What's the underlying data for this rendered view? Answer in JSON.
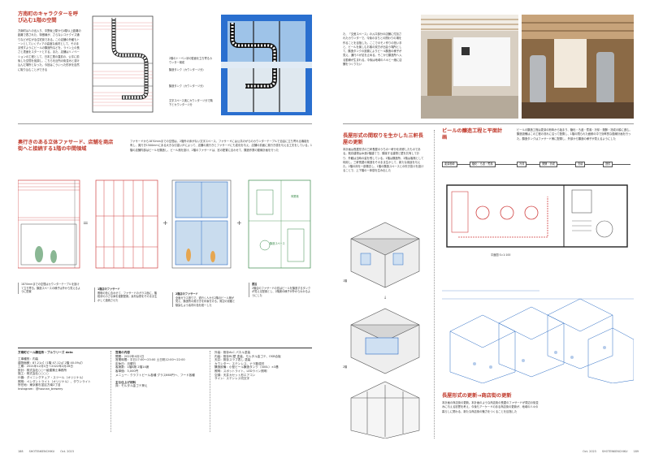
{
  "left": {
    "section1": {
      "title": "方南町のキャラクターを呼び込む1階の空間",
      "body": "方南町は人の出入り、中野坂上駅から0駅以上距離の距離で表された、特徴線が、さらないコナクイズ通りなどが広がる住宅街である。この店舗の外観もトーンとしていくディアの高度な素材として、そのまま残すようにビールの醸造所などを、ライン上の長さと表面をスタートとする。また、店舗はリノベーションの工程として、日本工業の直前の、公平に前後した空間を強調し、こちらを近所の街並みと溶け込んだ場所となった。今回はこういった形状を自然に取り込むことができる",
      "diagram_captions": [
        "2階のトーベン状の壁面を立ち寄るカウンター構成",
        "醸造タンク（カウンタージ分）",
        "醸造タンク（カウンタージ分）",
        "文字スペース奥にカウンタージ分で階下とカウンタージ分"
      ]
    },
    "section2": {
      "title": "奥行きのある立体ファサード、店舗を商店街へと接続する1階の中間領域",
      "body": "ファサードから1870mmまでの空間は、2階外の床がない文字スペース。ファサードには公共のがらのカウンターテーブルで自由に立ち寄れる機能を有し、奥行き1500mmにある大きな引違い戸によって、店舗の奥行きとファサードにも変化を与え、店舗の前面に奥行き感を与える工夫をしている。1階の店舗内部はビールを醸造し、ビール席を設け、2階のファサードは、窓の配置に合わせて、醸造作業の動線計画を行った"
    },
    "equation": {
      "eq": "=",
      "plus1": "+",
      "plus2": "+"
    },
    "drawing_labels": [
      "商業席",
      "醸造スペース"
    ],
    "captions": [
      {
        "title": "1870mmまでの空間はカウンターテーブルを設けて立ち寄る。醸造スペースの様子は外から見えるように配置",
        "text": ""
      },
      {
        "title": "1階店のファサード",
        "text": "照明の色に合わせて、ファサードのガラス面に、階段状の小さな扉を複数配置。素材は鉄をそのまま生かして連続させた"
      },
      {
        "title": "2階店のファサード",
        "text": "全面ガラス張りで、道行く人から2階のビール席が見え、醸造所の奥行きを印象付ける。周辺の景観と馴染むよう素材の色を統一した"
      },
      {
        "title": "要旨",
        "text": "2階店のファサードの窓はビールを醸造するタンクが見える配置とし、2階席の様子が外からわかるようにした"
      }
    ],
    "data_block": {
      "heading": "方南町ビール醸造所・ブルワリーズ data",
      "col1": [
        "工事種別：内装",
        "建物面積：87.21㎡（1階 47.12㎡ 2階 40.09㎡）",
        "工期：2021年12月1日〜2022年2月28日",
        "設計：株式会社○○一級建築士事務所",
        "施工：株式会社○○○○",
        "什器：ダイニングチェア・スツール（オリジナル）",
        "照明：ペンダントライト（オリジナル）、ダウンライト",
        "所在地：東京都杉並区方南2丁目",
        "Instagram：@hounan_brewery"
      ],
      "col2_heading": "営業の内容",
      "col2": [
        "開業：2022年4月1日",
        "営業時間：平日17:00〜23:00 土日祝12:00〜22:00",
        "定休日：月曜日",
        "客席数：1階8席 2階14席",
        "客単価：3,000円",
        "メニュー：クラフトビール各種 グラス660円〜、フード各種",
        "",
        "主な仕上げ材料",
        "床：モルタル金ゴテ押え"
      ],
      "col3": [
        "外装：既存ALC パネル塗装",
        "内装：既存RC壁 塗装、モルタル金ゴテ、OSB合板",
        "天井：既存スラブ表し 塗装",
        "カウンター：ステンレス、ナラ集成材",
        "醸造設備：小型ビール醸造タンク（300L）×3基",
        "照明：スポットライト、LEDライン照明",
        "空調：天井カセット形エアコン",
        "サイン：ステンレス切文字"
      ]
    },
    "footer": {
      "page": "188",
      "magazine": "SHOTENKENCHIKU",
      "date": "Oct. 2023"
    }
  },
  "right": {
    "top_text": "た、「交差スペース」の入口部分の店舗に付加されたカウンターで、今後のまちとの関わりの場を作ることを目指した。ここでのモノ作りの担い手と、ビールを楽しむお客の双方が出会う場所として、醸造タンクの設置によりビール醸造の様子が見え、通行人が足を止める。そこから醸造所へ入る動線が生まれる。今後は地域の人々と一緒に店舗をつくりたい",
    "section3": {
      "title": "長屋形式の間取りを生かした三軒長屋の更新",
      "body": "本計画は長屋形式の三軒長屋のうちの一軒分を改修したものである。既存建物は木造2階建てで、隣接する建物と壁を共有しており、外観は当時の姿を残している。1階は醸造所、2階は客席として利用し、三軒長屋の構造をそのまま生かして、新たな用途を与えた。2階の床を一部撤去し、1階の醸造スペースとの吹き抜けを設けることで、上下階の一体感を生み出した"
    },
    "section4": {
      "title": "ビールの醸造工程と平面計画",
      "body": "ビールの醸造工程は麦芽の粉砕から始まり、糖化・ろ過・煮沸・冷却・発酵・熟成の順に進む。醸造設備はこの工程の流れに沿って配置し、1階の限られた面積の中で効率的な動線計画を行った。醸造タンクはファサード側に配置し、外部から醸造の様子が見えるようにした"
    },
    "flow_labels": [
      "麦芽粉砕",
      "糖化・ろ過・煮沸",
      "冷却",
      "発酵・熟成",
      "充填",
      "提供"
    ],
    "plan_caption": "平面図 S=1:100",
    "iso_labels": [
      "1階",
      "2階"
    ],
    "section5": {
      "title": "長屋形式の更新→商店街の更新",
      "body": "本計画の商店街の更新。本計画のような商店街の長屋のファサードが周辺の街並みに与える影響を考え、今後もアーケードのある商店街の更新が、地域の人々の暮らしに関わる、新たな商店街の魅力をつくることを目指した"
    },
    "footer": {
      "page": "189",
      "magazine": "SHOTENKENCHIKU",
      "date": "Oct. 2023"
    }
  },
  "colors": {
    "accent": "#c0392b",
    "diagram_blue": "#2b6cc4",
    "diagram_red": "#d04040"
  }
}
